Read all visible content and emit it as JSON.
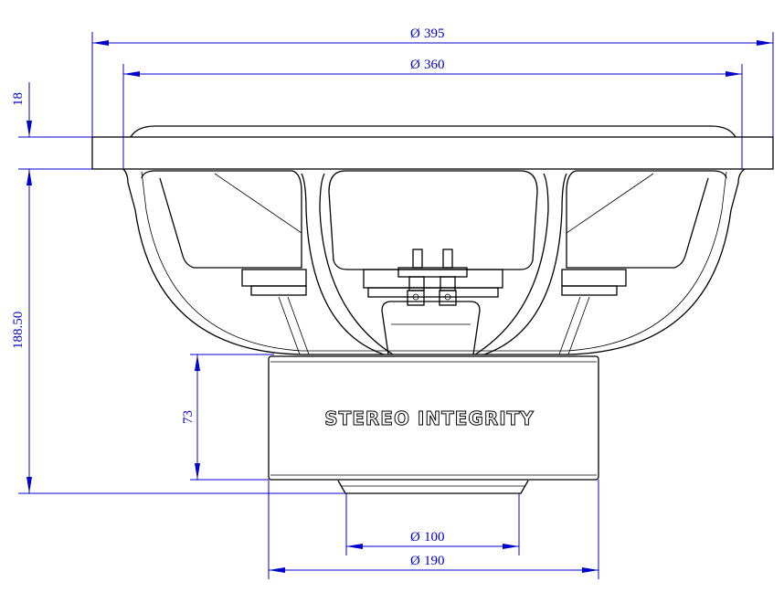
{
  "dimensions": {
    "outer_diameter": "395",
    "mount_diameter": "360",
    "flange_height": "18",
    "mount_depth": "188.50",
    "magnet_height": "73",
    "vent_diameter": "100",
    "magnet_diameter": "190",
    "diameter_symbol": "Ø"
  },
  "brand": "STEREO INTEGRITY",
  "colors": {
    "dimension": "#0000cc",
    "outline": "#000000"
  }
}
